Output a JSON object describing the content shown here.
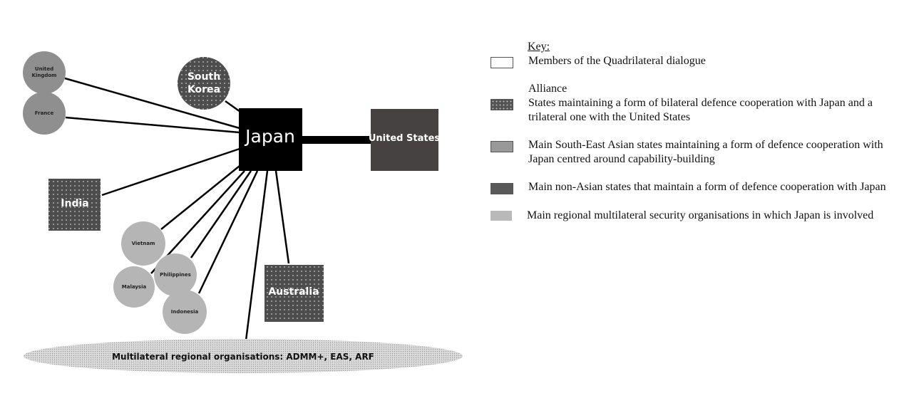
{
  "diagram": {
    "center": "Japan",
    "nodes": {
      "uk": "United Kingdom",
      "uk_line1": "United",
      "uk_line2": "Kingdom",
      "france": "France",
      "south_korea_1": "South",
      "south_korea_2": "Korea",
      "united_states": "United States",
      "india": "India",
      "vietnam": "Vietnam",
      "malaysia": "Malaysia",
      "philippines": "Philippines",
      "indonesia": "Indonesia",
      "australia": "Australia",
      "multilateral": "Multilateral regional organisations: ADMM+, EAS, ARF"
    }
  },
  "key": {
    "title": "Key:",
    "items": [
      {
        "text": "Members of the Quadrilateral dialogue"
      },
      {
        "text": "Alliance",
        "text2": "States maintaining a form of bilateral defence cooperation with Japan and a trilateral one with the United States"
      },
      {
        "text": "Main South-East Asian states maintaining a form of defence cooperation with Japan centred around capability-building"
      },
      {
        "text": "Main non-Asian states that maintain a form of defence cooperation with Japan"
      },
      {
        "text": "Main regional multilateral security organisations in which Japan is involved"
      }
    ]
  },
  "colors": {
    "japan": "#000000",
    "grey_circle": "#8f8f8f",
    "light_circle": "#b5b5b5",
    "dark_pattern": "#4d4d4d",
    "us": "#474242"
  }
}
